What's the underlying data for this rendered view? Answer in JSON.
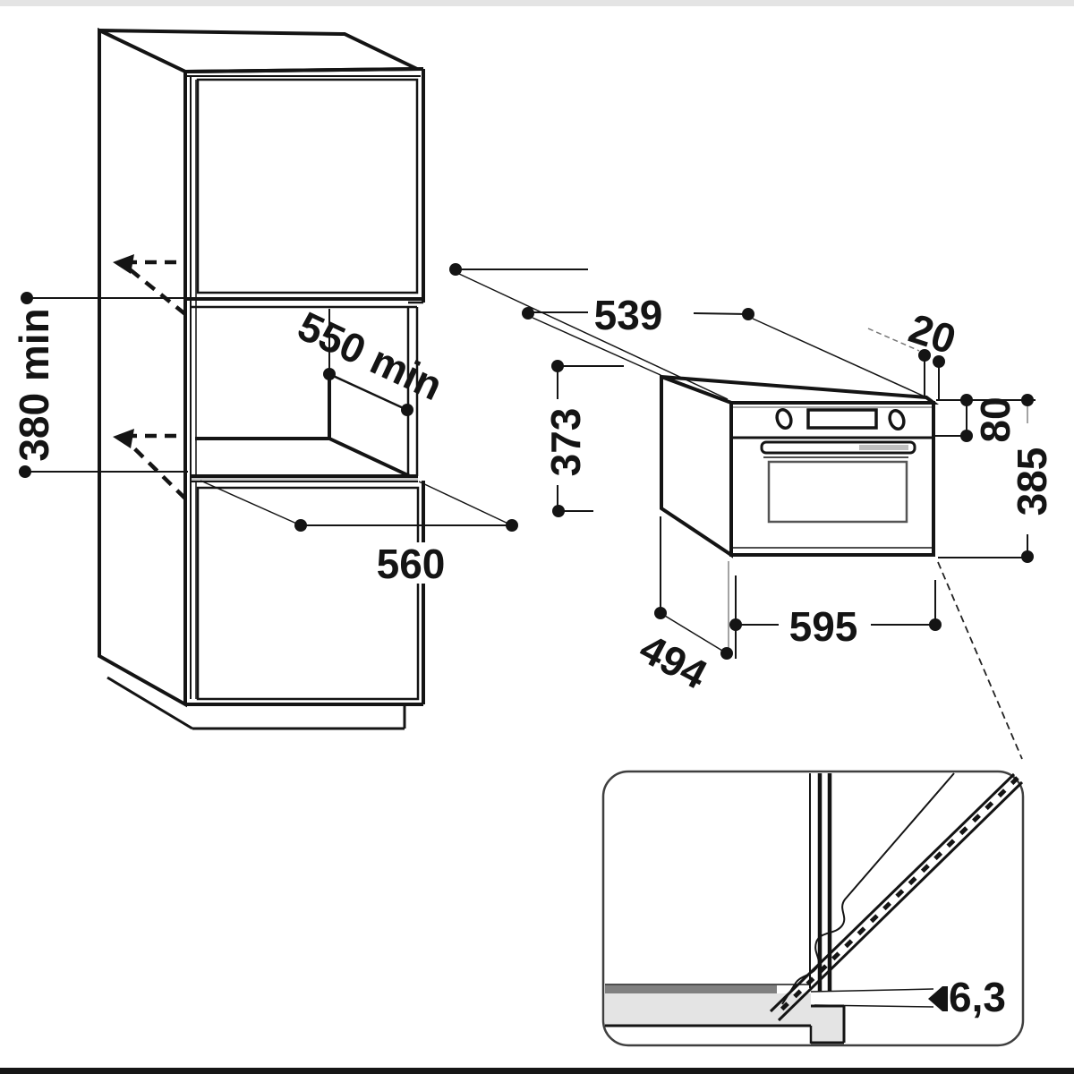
{
  "diagram": {
    "cabinet_view": {
      "niche_height_label": "380 min",
      "niche_depth_label": "550 min",
      "niche_width_label": "560"
    },
    "oven_view": {
      "top_depth_label": "539",
      "top_clearance_label": "20",
      "rear_height_label": "373",
      "panel_height_label": "80",
      "front_height_label": "385",
      "width_label": "595",
      "body_depth_label": "494"
    },
    "detail_view": {
      "gap_label": "6,3"
    }
  }
}
